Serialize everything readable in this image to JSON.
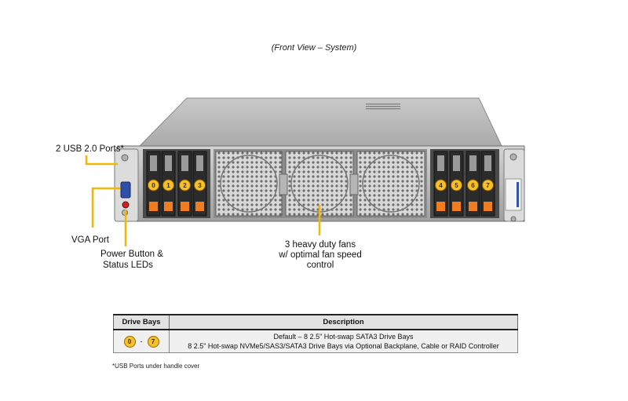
{
  "view_title": "(Front View – System)",
  "callouts": {
    "usb": "2 USB 2.0 Ports*",
    "vga": "VGA Port",
    "power_line1": "Power Button &",
    "power_line2": "Status LEDs",
    "fans_line1": "3 heavy  duty fans",
    "fans_line2": "w/ optimal fan speed",
    "fans_line3": "control"
  },
  "drive_bay_labels": [
    "0",
    "1",
    "2",
    "3",
    "4",
    "5",
    "6",
    "7"
  ],
  "colors": {
    "callout_line": "#f2b705",
    "bay_badge": "#f6c026",
    "drive_tag": "#f07d22",
    "chassis": "#b9b9b9"
  },
  "table": {
    "headers": [
      "Drive Bays",
      "Description"
    ],
    "range_start": "0",
    "range_sep": "-",
    "range_end": "7",
    "desc_line1": "Default  – 8 2.5\" Hot-swap  SATA3  Drive  Bays",
    "desc_line2": "8 2.5\" Hot-swap NVMe5/SAS3/SATA3 Drive Bays via Optional Backplane, Cable or RAID Controller"
  },
  "footnote": "*USB  Ports under handle cover"
}
